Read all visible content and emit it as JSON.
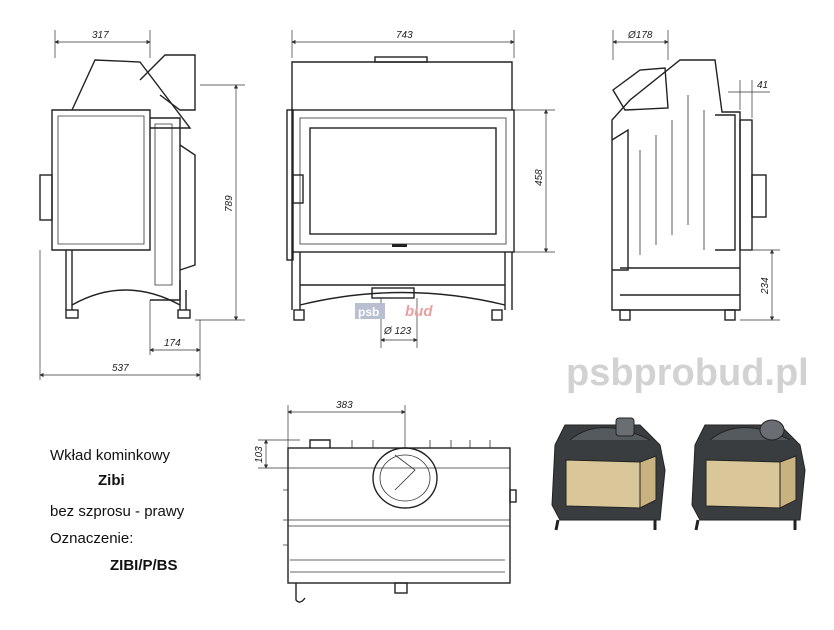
{
  "dimensions": {
    "side_depth_top": "317",
    "side_height": "789",
    "side_leg_offset": "174",
    "side_total_depth": "537",
    "front_width": "743",
    "front_glass_height": "458",
    "front_air_inlet": "Ø 123",
    "right_flue": "Ø178",
    "right_offset": "41",
    "right_base_height": "234",
    "top_flue_offset": "383",
    "top_flue_depth": "103"
  },
  "caption": {
    "line1": "Wkład kominkowy",
    "line2": "Zibi",
    "line3": "bez szprosu - prawy",
    "line4": "Oznaczenie:",
    "line5": "ZIBI/P/BS"
  },
  "watermark": {
    "text": "psbprobud.pl",
    "logo_left": "psb",
    "logo_right": "bud"
  },
  "colors": {
    "line": "#222222",
    "body_dark": "#3a3d40",
    "glass": "#d9c79a",
    "logo_red": "#d9534f"
  }
}
